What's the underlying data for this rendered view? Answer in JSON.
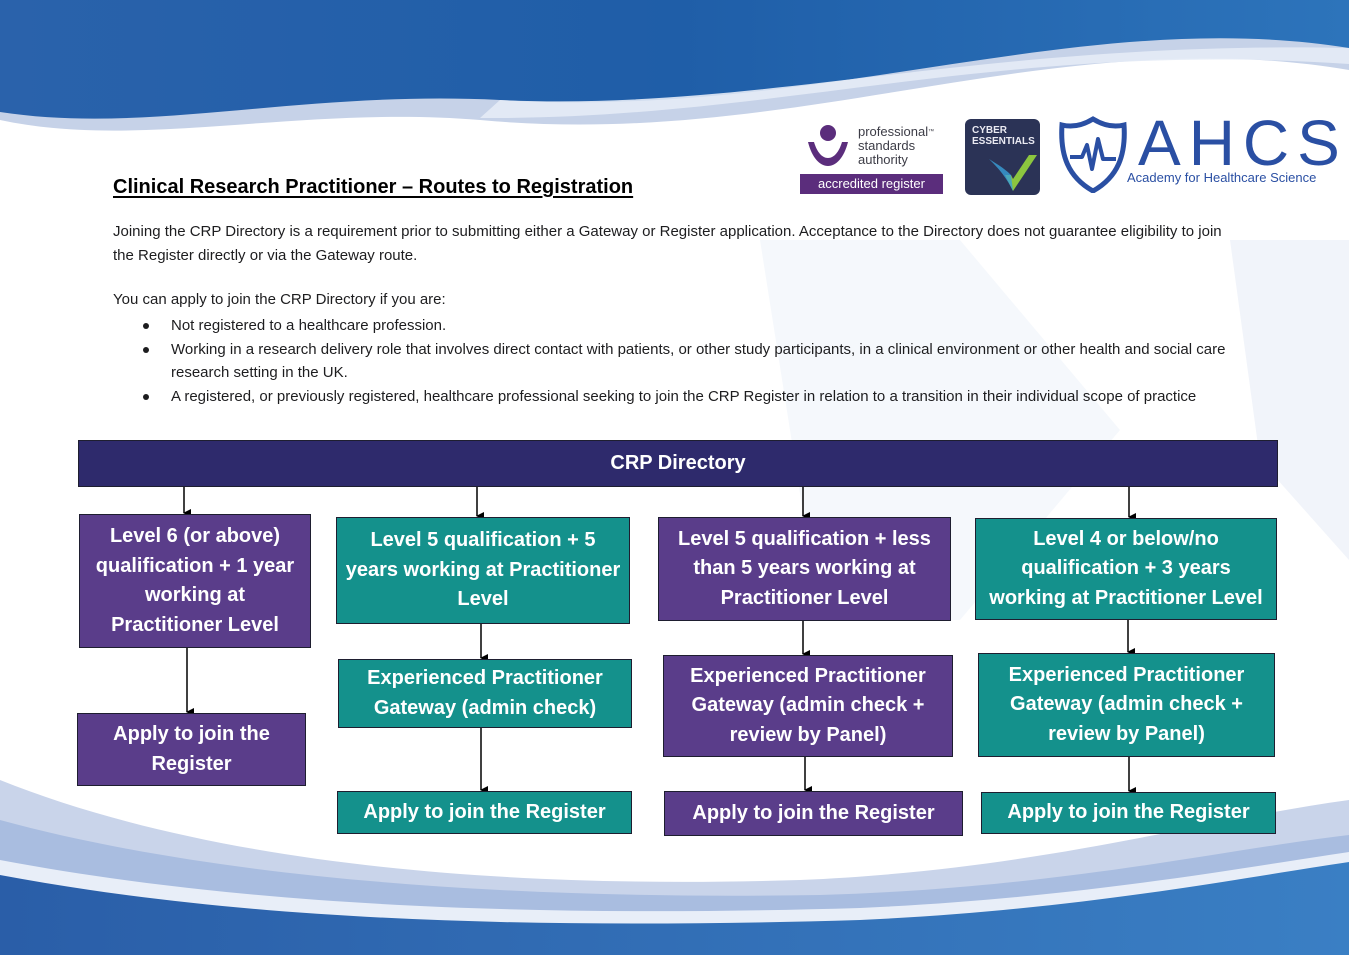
{
  "colors": {
    "navy": "#2e2a6c",
    "purple": "#5a3d8a",
    "teal": "#14918c",
    "wave_blue": "#2f6db0",
    "logo_blue": "#2a4fa3"
  },
  "logos": {
    "psa": {
      "line1": "professional",
      "tm": "™",
      "line2": "standards",
      "line3": "authority",
      "badge": "accredited register"
    },
    "cyber": {
      "line1": "CYBER",
      "line2": "ESSENTIALS"
    },
    "ahcs": {
      "word": "AHCS",
      "subtitle": "Academy for Healthcare Science"
    }
  },
  "document": {
    "title": "Clinical Research Practitioner – Routes to Registration",
    "intro": "Joining the CRP Directory is a requirement prior to submitting either a Gateway or Register application. Acceptance to the Directory does not guarantee eligibility to join the Register directly or via the Gateway route.",
    "lead": "You can apply to join the CRP Directory if you are:",
    "bullets": [
      "Not registered to a healthcare profession.",
      "Working in a research delivery role that involves direct contact with patients, or other study participants, in a clinical environment or other health and social care research setting in the UK.",
      "A registered, or previously registered, healthcare professional seeking to join the CRP Register in relation to a transition in their individual scope of practice"
    ]
  },
  "flow": {
    "root": "CRP Directory",
    "routes": [
      {
        "entry": "Level 6 (or above) qualification + 1 year working at Practitioner Level",
        "outcome": "Apply to join the Register"
      },
      {
        "entry": "Level 5 qualification + 5 years working at Practitioner Level",
        "gateway": "Experienced Practitioner Gateway (admin check)",
        "outcome": "Apply to join the Register"
      },
      {
        "entry": "Level 5 qualification + less than 5 years working at Practitioner Level",
        "gateway": "Experienced Practitioner Gateway (admin check + review by Panel)",
        "outcome": "Apply to join the Register"
      },
      {
        "entry": "Level 4 or below/no qualification + 3 years working at Practitioner Level",
        "gateway": "Experienced Practitioner Gateway (admin check + review by Panel)",
        "outcome": "Apply to join the Register"
      }
    ]
  }
}
